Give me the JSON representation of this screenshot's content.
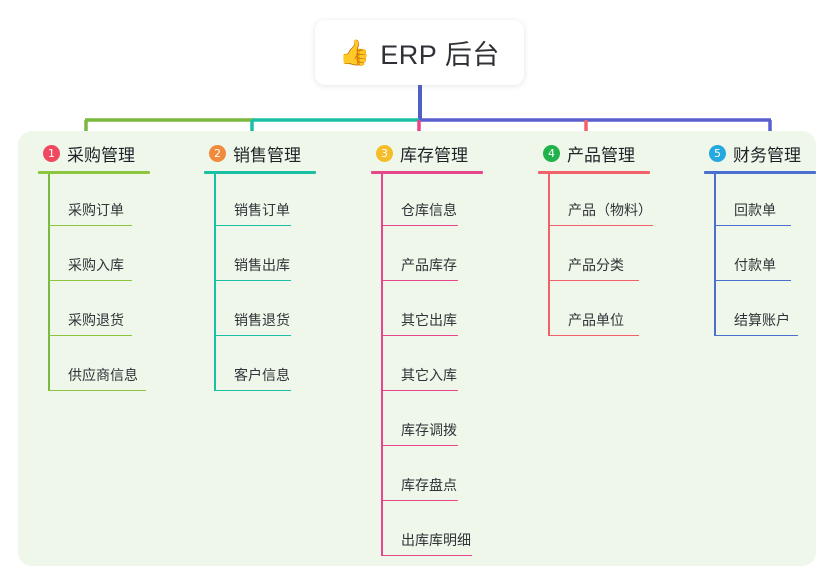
{
  "root": {
    "icon": "thumbs-up-emoji",
    "emoji": "👍",
    "title": "ERP 后台"
  },
  "board": {
    "background_color": "#eef7e9"
  },
  "connector_colors": {
    "trunk": "#4f5fc4",
    "segment_1": "#7ab93f",
    "segment_2": "#19c0a3",
    "segment_3": "#5a5fd0",
    "drop_1": "#7ab93f",
    "drop_2": "#19c0a3",
    "drop_3": "#e8468a",
    "drop_4": "#f2616a",
    "drop_5": "#5a5fd0"
  },
  "columns": [
    {
      "index": "1",
      "badge_color": "#f0485f",
      "line_color": "#7ab93f",
      "rule_color": "#8cc63f",
      "title": "采购管理",
      "items": [
        "采购订单",
        "采购入库",
        "采购退货",
        "供应商信息"
      ]
    },
    {
      "index": "2",
      "badge_color": "#f08a3c",
      "line_color": "#19c0a3",
      "rule_color": "#19c0a3",
      "title": "销售管理",
      "items": [
        "销售订单",
        "销售出库",
        "销售退货",
        "客户信息"
      ]
    },
    {
      "index": "3",
      "badge_color": "#f5bd2a",
      "line_color": "#e8468a",
      "rule_color": "#e8468a",
      "title": "库存管理",
      "items": [
        "仓库信息",
        "产品库存",
        "其它出库",
        "其它入库",
        "库存调拨",
        "库存盘点",
        "出库库明细"
      ]
    },
    {
      "index": "4",
      "badge_color": "#21b24b",
      "line_color": "#f2616a",
      "rule_color": "#f2616a",
      "title": "产品管理",
      "items": [
        "产品（物料）",
        "产品分类",
        "产品单位"
      ]
    },
    {
      "index": "5",
      "badge_color": "#25a9e0",
      "line_color": "#4a6fd0",
      "rule_color": "#4a6fd0",
      "title": "财务管理",
      "items": [
        "回款单",
        "付款单",
        "结算账户"
      ]
    }
  ]
}
